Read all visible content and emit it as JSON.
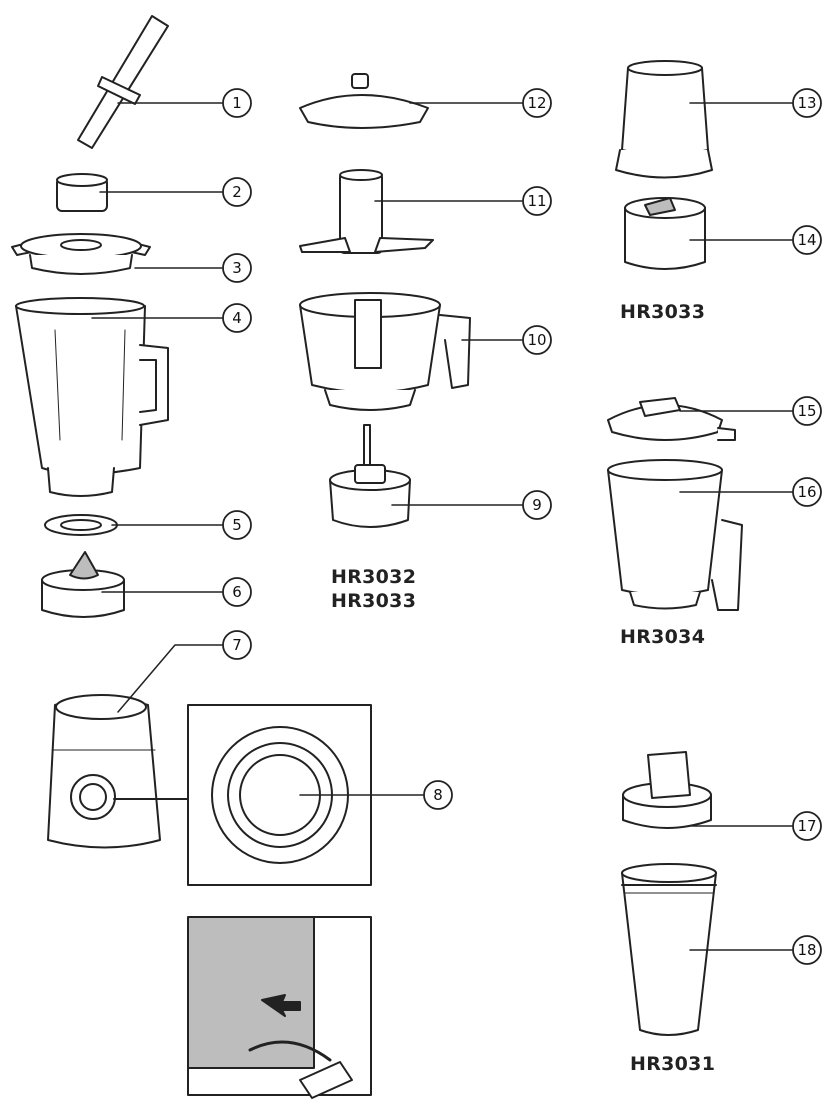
{
  "colors": {
    "line": "#222222",
    "fill": "#ffffff",
    "shade": "#bdbdbd",
    "glass": "#e9e9e9"
  },
  "callouts": [
    "1",
    "2",
    "3",
    "4",
    "5",
    "6",
    "7",
    "8",
    "9",
    "10",
    "11",
    "12",
    "13",
    "14",
    "15",
    "16",
    "17",
    "18"
  ],
  "models": {
    "hr3032": "HR3032",
    "hr3033_a": "HR3033",
    "hr3033_b": "HR3033",
    "hr3034": "HR3034",
    "hr3031": "HR3031"
  }
}
